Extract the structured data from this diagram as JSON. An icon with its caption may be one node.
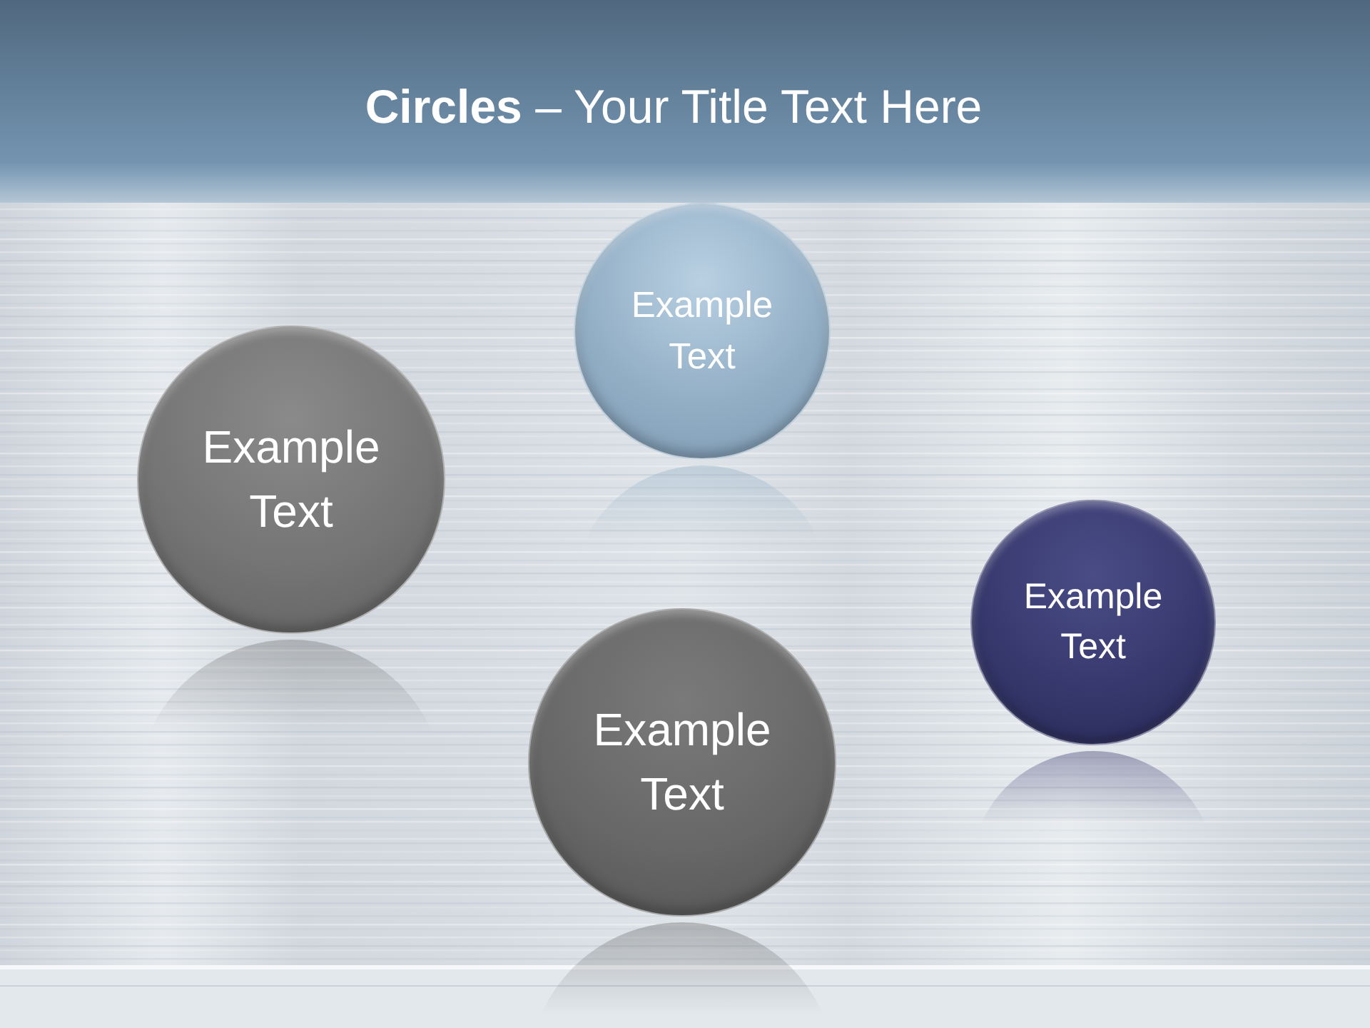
{
  "diagram": {
    "title": "**Circles** – Your Title Text Here",
    "nodes": [
      {
        "text": [
          "Example Text"
        ]
      },
      {
        "text": [
          "Example Text"
        ]
      },
      {
        "text": [
          "Example Text"
        ]
      },
      {
        "text": [
          "Example Text"
        ]
      }
    ]
  }
}
